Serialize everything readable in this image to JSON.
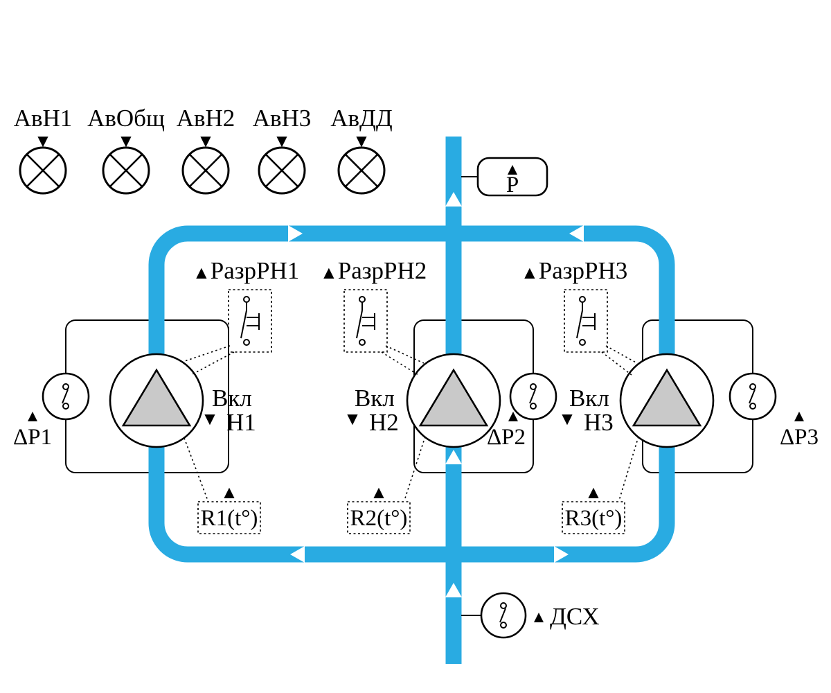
{
  "colors": {
    "pipe": "#29ABE2",
    "pump_fill": "#C9C9C9",
    "line": "#000000",
    "background": "#FFFFFF"
  },
  "markers": {
    "up": "▲",
    "down": "▼"
  },
  "alarm_lamps": [
    {
      "label": "АвН1"
    },
    {
      "label": "АвОбщ"
    },
    {
      "label": "АвН2"
    },
    {
      "label": "АвН3"
    },
    {
      "label": "АвДД"
    }
  ],
  "permit_relays": [
    {
      "label": "РазрРН1"
    },
    {
      "label": "РазрРН2"
    },
    {
      "label": "РазрРН3"
    }
  ],
  "pumps": [
    {
      "on_label": "Вкл",
      "name": "Н1"
    },
    {
      "on_label": "Вкл",
      "name": "Н2"
    },
    {
      "on_label": "Вкл",
      "name": "Н3"
    }
  ],
  "temp_sensors": [
    {
      "label": "R1(t°)"
    },
    {
      "label": "R2(t°)"
    },
    {
      "label": "R3(t°)"
    }
  ],
  "dp_sensors": [
    {
      "label": "ΔР1"
    },
    {
      "label": "ΔР2"
    },
    {
      "label": "ΔР3"
    }
  ],
  "pressure_sensor": {
    "label": "Р"
  },
  "flow_sensor": {
    "label": "ДСХ"
  }
}
